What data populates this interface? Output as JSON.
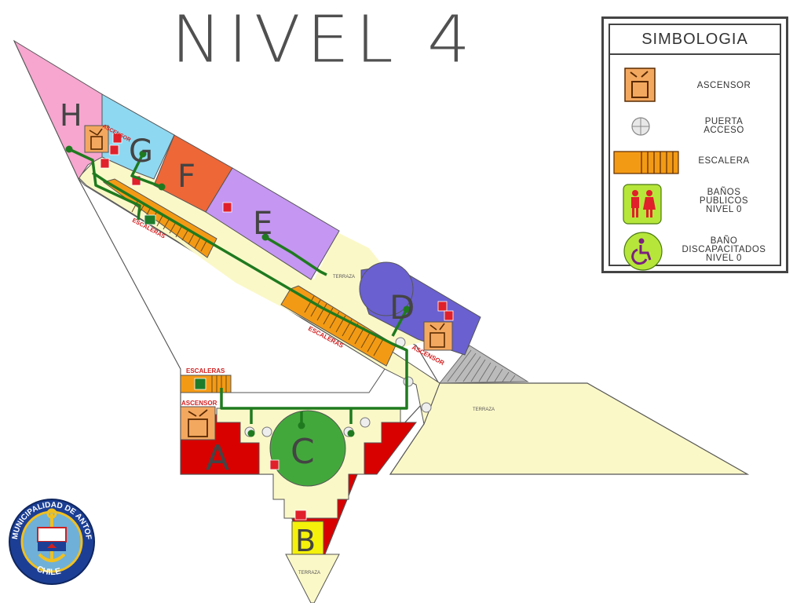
{
  "title": "NIVEL 4",
  "legend": {
    "title": "SIMBOLOGIA",
    "items": [
      {
        "icon": "elevator-icon",
        "label_lines": [
          "ASCENSOR"
        ]
      },
      {
        "icon": "access-door-icon",
        "label_lines": [
          "PUERTA",
          "ACCESO"
        ]
      },
      {
        "icon": "stairs-icon",
        "label_lines": [
          "ESCALERA"
        ]
      },
      {
        "icon": "public-restroom-icon",
        "label_lines": [
          "BAÑOS",
          "PUBLICOS",
          "NIVEL 0"
        ]
      },
      {
        "icon": "accessible-restroom-icon",
        "label_lines": [
          "BAÑO",
          "DISCAPACITADOS",
          "NIVEL 0"
        ]
      }
    ]
  },
  "zones": {
    "A": "A",
    "B": "B",
    "C": "C",
    "D": "D",
    "E": "E",
    "F": "F",
    "G": "G",
    "H": "H"
  },
  "map_labels": {
    "ascensor_top": "ASCENSOR",
    "ascensor_right": "ASCENSOR",
    "ascensor_left": "ASCENSOR",
    "escaleras_top": "ESCALERAS",
    "escaleras_middle": "ESCALERAS",
    "escaleras_bottom": "ESCALERAS",
    "terraza_middle": "TERRAZA",
    "terraza_right": "TERRAZA",
    "terraza_bottom": "TERRAZA"
  },
  "logo": {
    "ring_text": "MUNICIPALIDAD DE ANTOFAGASTA",
    "bottom_text": "CHILE"
  },
  "colors": {
    "zone_h": "#f6a6cf",
    "zone_g": "#8fd8f1",
    "zone_f": "#ee6737",
    "zone_e": "#c596f2",
    "zone_d": "#6a60d0",
    "zone_c": "#43a83c",
    "zone_a": "#d90000",
    "zone_b": "#f5f10a",
    "corridor": "#fbf8c8",
    "stairs": "#f39a15",
    "route": "#1f7a1f",
    "elevator": "#f3a860",
    "extinguisher": "#e0202a"
  }
}
